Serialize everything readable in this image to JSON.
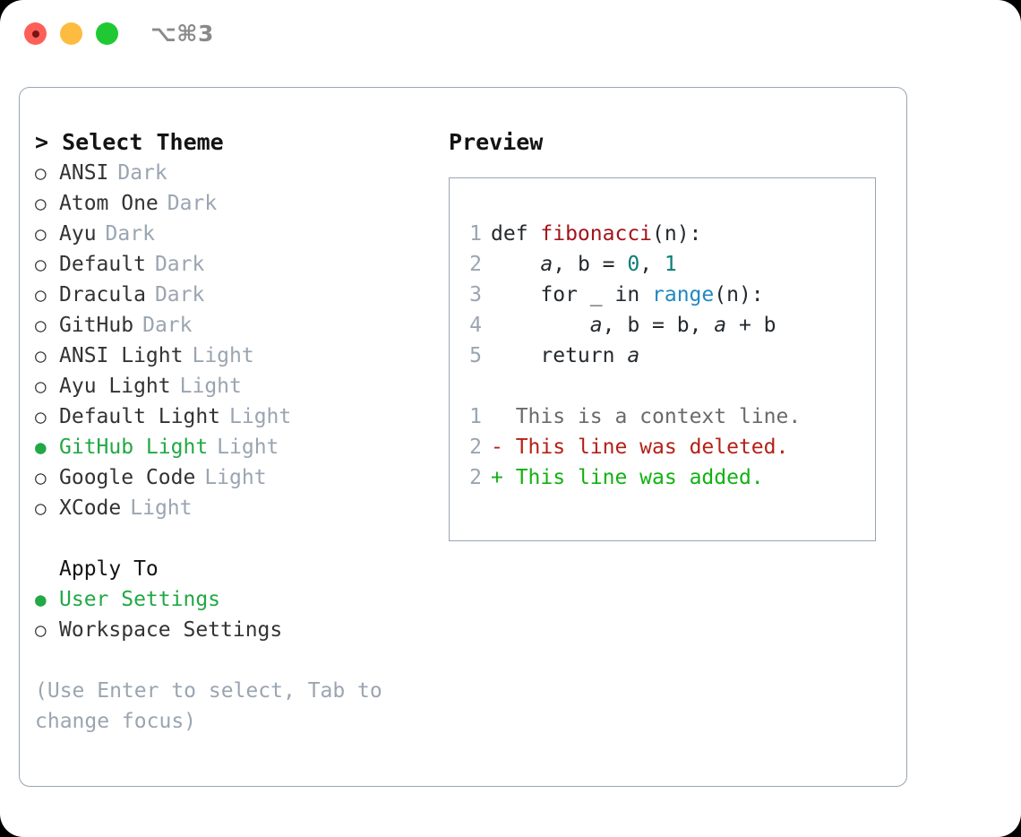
{
  "titlebar": {
    "shortcut": "⌥⌘3",
    "traffic_lights": [
      {
        "name": "close",
        "color": "#fd6058"
      },
      {
        "name": "minimize",
        "color": "#fdbc40"
      },
      {
        "name": "zoom",
        "color": "#20c933"
      }
    ]
  },
  "theme_picker": {
    "header": "> Select Theme",
    "items": [
      {
        "bullet": "○",
        "label": "ANSI",
        "tag": "Dark",
        "selected": false
      },
      {
        "bullet": "○",
        "label": "Atom One",
        "tag": "Dark",
        "selected": false
      },
      {
        "bullet": "○",
        "label": "Ayu",
        "tag": "Dark",
        "selected": false
      },
      {
        "bullet": "○",
        "label": "Default",
        "tag": "Dark",
        "selected": false
      },
      {
        "bullet": "○",
        "label": "Dracula",
        "tag": "Dark",
        "selected": false
      },
      {
        "bullet": "○",
        "label": "GitHub",
        "tag": "Dark",
        "selected": false
      },
      {
        "bullet": "○",
        "label": "ANSI Light",
        "tag": "Light",
        "selected": false
      },
      {
        "bullet": "○",
        "label": "Ayu Light",
        "tag": "Light",
        "selected": false
      },
      {
        "bullet": "○",
        "label": "Default Light",
        "tag": "Light",
        "selected": false
      },
      {
        "bullet": "●",
        "label": "GitHub Light",
        "tag": "Light",
        "selected": true
      },
      {
        "bullet": "○",
        "label": "Google Code",
        "tag": "Light",
        "selected": false
      },
      {
        "bullet": "○",
        "label": "XCode",
        "tag": "Light",
        "selected": false
      }
    ]
  },
  "apply_to": {
    "header": "Apply To",
    "items": [
      {
        "bullet": "●",
        "label": "User Settings",
        "selected": true
      },
      {
        "bullet": "○",
        "label": "Workspace Settings",
        "selected": false
      }
    ]
  },
  "hint": "(Use Enter to select, Tab to change focus)",
  "preview": {
    "title": "Preview",
    "code_lines": [
      {
        "num": "1",
        "parts": [
          {
            "text": "def ",
            "token": "plain"
          },
          {
            "text": "fibonacci",
            "token": "function"
          },
          {
            "text": "(n):",
            "token": "plain"
          }
        ]
      },
      {
        "num": "2",
        "parts": [
          {
            "text": "    ",
            "token": "plain"
          },
          {
            "text": "a",
            "token": "variable"
          },
          {
            "text": ", b = ",
            "token": "plain"
          },
          {
            "text": "0",
            "token": "number"
          },
          {
            "text": ", ",
            "token": "plain"
          },
          {
            "text": "1",
            "token": "number"
          }
        ]
      },
      {
        "num": "3",
        "parts": [
          {
            "text": "    for _ in ",
            "token": "plain"
          },
          {
            "text": "range",
            "token": "call"
          },
          {
            "text": "(n):",
            "token": "plain"
          }
        ]
      },
      {
        "num": "4",
        "parts": [
          {
            "text": "        ",
            "token": "plain"
          },
          {
            "text": "a",
            "token": "variable"
          },
          {
            "text": ", b = b, ",
            "token": "plain"
          },
          {
            "text": "a",
            "token": "variable"
          },
          {
            "text": " + b",
            "token": "plain"
          }
        ]
      },
      {
        "num": "5",
        "parts": [
          {
            "text": "    return ",
            "token": "plain"
          },
          {
            "text": "a",
            "token": "variable"
          }
        ]
      }
    ],
    "diff_lines": [
      {
        "num": "1",
        "marker": "  ",
        "text": "This is a context line.",
        "kind": "context"
      },
      {
        "num": "2",
        "marker": "- ",
        "text": "This line was deleted.",
        "kind": "deleted"
      },
      {
        "num": "2",
        "marker": "+ ",
        "text": "This line was added.",
        "kind": "added"
      }
    ]
  },
  "colors": {
    "accent_green": "#22a845",
    "muted": "#9aa5b1",
    "border": "#9aa5b1",
    "function": "#a3141b",
    "number": "#0b7c77",
    "call": "#2188bf",
    "diff_deleted": "#b52016",
    "diff_added": "#11b211",
    "diff_context": "#6a6a6a"
  }
}
